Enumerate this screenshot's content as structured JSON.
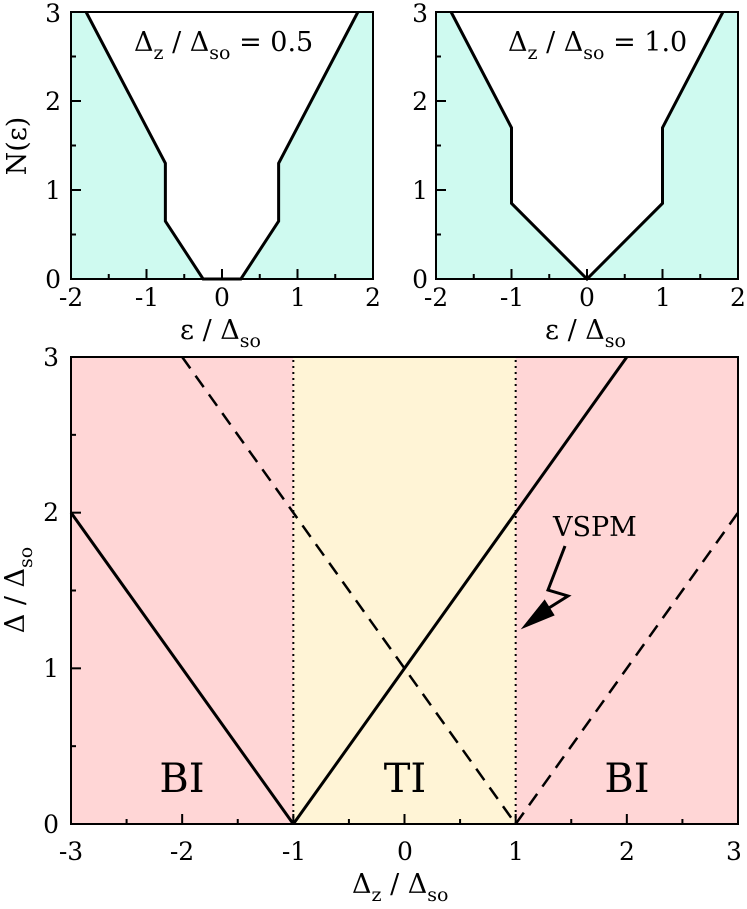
{
  "chart_data": [
    {
      "type": "area",
      "panel": "top-left",
      "annotation": {
        "lhs": "Δ",
        "lhs_sub": "z",
        "mid": " / Δ",
        "mid_sub": "so",
        "rhs": " = 0.5"
      },
      "xlabel": {
        "main": "ε / Δ",
        "sub": "so"
      },
      "ylabel": "N(ε)",
      "xlim": [
        -2,
        2
      ],
      "ylim": [
        0,
        3
      ],
      "xticks": [
        "-2",
        "-1",
        "0",
        "1",
        "2"
      ],
      "yticks": [
        "0",
        "1",
        "2",
        "3"
      ],
      "fill_color": "#cffaf0",
      "curve": {
        "x": [
          -1.8,
          -0.75,
          -0.75,
          -0.25,
          -0.25,
          0.25,
          0.25,
          0.75,
          0.75,
          1.8
        ],
        "y": [
          3.0,
          1.3,
          0.65,
          0.0,
          0.0,
          0.0,
          0.0,
          0.65,
          1.3,
          3.0
        ]
      }
    },
    {
      "type": "area",
      "panel": "top-right",
      "annotation": {
        "lhs": "Δ",
        "lhs_sub": "z",
        "mid": " / Δ",
        "mid_sub": "so",
        "rhs": " = 1.0"
      },
      "xlabel": {
        "main": "ε / Δ",
        "sub": "so"
      },
      "xlim": [
        -2,
        2
      ],
      "ylim": [
        0,
        3
      ],
      "xticks": [
        "-2",
        "-1",
        "0",
        "1",
        "2"
      ],
      "yticks": [
        "0",
        "1",
        "2",
        "3"
      ],
      "fill_color": "#cffaf0",
      "curve": {
        "x": [
          -1.8,
          -1.0,
          -1.0,
          0.0,
          1.0,
          1.0,
          1.8
        ],
        "y": [
          3.0,
          1.7,
          0.85,
          0.0,
          0.85,
          1.7,
          3.0
        ]
      }
    },
    {
      "type": "line",
      "panel": "bottom",
      "xlabel": {
        "main": "Δ",
        "sub": "z",
        "main2": " / Δ",
        "sub2": "so"
      },
      "ylabel": {
        "main": "Δ / Δ",
        "sub": "so"
      },
      "xlim": [
        -3,
        3
      ],
      "ylim": [
        0,
        3
      ],
      "xticks": [
        "-3",
        "-2",
        "-1",
        "0",
        "1",
        "2",
        "3"
      ],
      "yticks": [
        "0",
        "1",
        "2",
        "3"
      ],
      "regions": [
        {
          "label": "BI",
          "x": [
            -3,
            -1
          ],
          "color": "#ffd6d6"
        },
        {
          "label": "TI",
          "x": [
            -1,
            1
          ],
          "color": "#fff4d6"
        },
        {
          "label": "BI",
          "x": [
            1,
            3
          ],
          "color": "#ffd6d6"
        }
      ],
      "solid_lines": [
        {
          "x": [
            -3,
            -1
          ],
          "y": [
            2,
            0
          ]
        },
        {
          "x": [
            -1,
            2
          ],
          "y": [
            0,
            3
          ]
        }
      ],
      "dashed_lines": [
        {
          "x": [
            -2,
            1
          ],
          "y": [
            3,
            0
          ]
        },
        {
          "x": [
            1,
            3
          ],
          "y": [
            0,
            2
          ]
        }
      ],
      "dotted_lines": [
        {
          "x": [
            -1,
            -1
          ],
          "y": [
            0,
            3
          ]
        },
        {
          "x": [
            1,
            1
          ],
          "y": [
            0,
            3
          ]
        }
      ],
      "annotation": {
        "text": "VSPM",
        "points_to": [
          1,
          1.25
        ]
      }
    }
  ]
}
